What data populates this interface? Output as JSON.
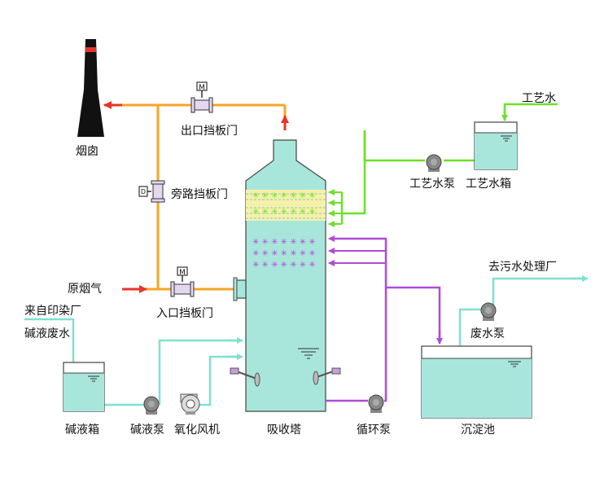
{
  "labels": {
    "chimney": "烟囱",
    "outlet_damper": "出口挡板门",
    "bypass_damper": "旁路挡板门",
    "raw_flue_gas": "原烟气",
    "inlet_damper": "入口挡板门",
    "from_dye_factory": "来自印染厂",
    "alkaline_wastewater": "碱液废水",
    "alkali_tank": "碱液箱",
    "alkali_pump": "碱液泵",
    "oxidation_fan": "氧化风机",
    "absorption_tower": "吸收塔",
    "circulation_pump": "循环泵",
    "process_water": "工艺水",
    "process_water_pump": "工艺水泵",
    "process_water_tank": "工艺水箱",
    "to_sewage_plant": "去污水处理厂",
    "wastewater_pump": "废水泵",
    "sedimentation_tank": "沉淀池"
  },
  "valve_letters": {
    "outlet": "M",
    "inlet": "M",
    "bypass": "D"
  },
  "colors": {
    "flue_gas_pipe": "#f5a623",
    "process_water_pipe": "#6ee02a",
    "alkali_pipe": "#7fe0d2",
    "circulation_pipe": "#b04ad8",
    "wastewater_pipe": "#7fe0d2",
    "tower_fill": "#a8e6dc",
    "water_fill": "#a8e6dc",
    "arrow_red": "#e8342a",
    "chimney": "#111111",
    "chimney_band": "#e8342a",
    "valve_fill": "#e3d8ef",
    "packing_fill": "#f7f0a8"
  }
}
